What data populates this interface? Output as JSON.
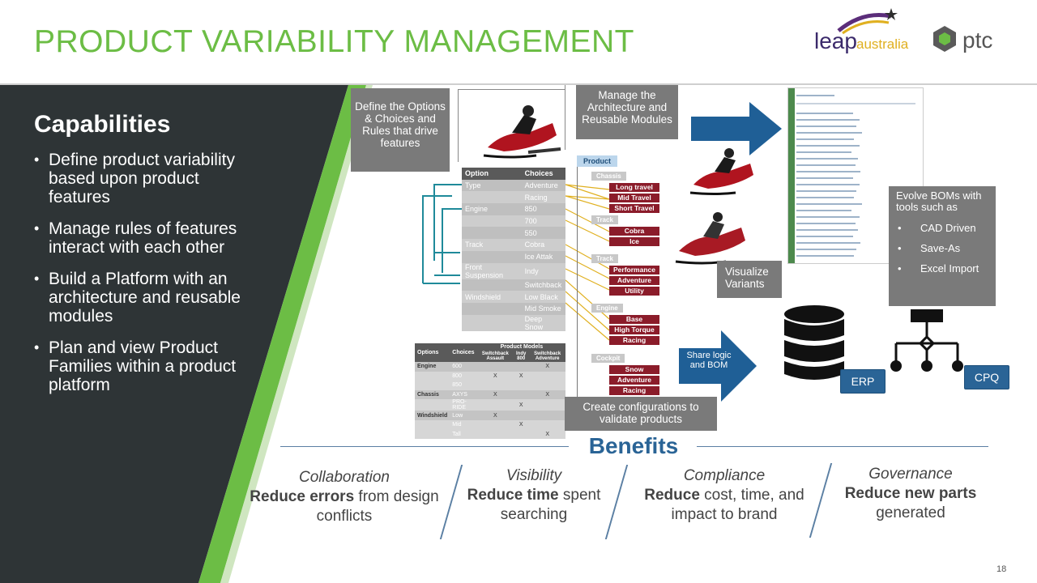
{
  "header": {
    "title": "PRODUCT VARIABILITY MANAGEMENT"
  },
  "logos": {
    "leap_word": "leap",
    "australia_word": "australia",
    "ptc_word": "ptc"
  },
  "capabilities": {
    "title": "Capabilities",
    "items": [
      "Define product variability based upon product features",
      "Manage rules of features interact with each other",
      "Build a Platform with an architecture and reusable modules",
      "Plan and view Product Families within a product platform"
    ]
  },
  "callouts": {
    "define": "Define the Options & Choices and Rules that drive features",
    "manage": "Manage the Architecture and Reusable Modules",
    "visualize": "Visualize Variants",
    "evolve_title": "Evolve BOMs with tools such as",
    "evolve_items": [
      "CAD Driven",
      "Save-As",
      "Excel Import"
    ],
    "create": "Create configurations to validate products",
    "share": "Share logic and BOM"
  },
  "systems": {
    "erp": "ERP",
    "cpq": "CPQ"
  },
  "options_table": {
    "headers": [
      "Option",
      "Choices"
    ],
    "rows": [
      [
        "Type",
        "Adventure"
      ],
      [
        "",
        "Racing"
      ],
      [
        "Engine",
        "850"
      ],
      [
        "",
        "700"
      ],
      [
        "",
        "550"
      ],
      [
        "Track",
        "Cobra"
      ],
      [
        "",
        "Ice Attak"
      ],
      [
        "Front Suspension",
        "Indy"
      ],
      [
        "",
        "Switchback"
      ],
      [
        "Windshield",
        "Low Black"
      ],
      [
        "",
        "Mid Smoke"
      ],
      [
        "",
        "Deep Snow"
      ]
    ]
  },
  "matrix": {
    "headers": [
      "Options",
      "Choices",
      "Product Models"
    ],
    "models": [
      "Switchback Assault",
      "Indy 800",
      "Switchback Adventure"
    ],
    "rows": [
      {
        "option": "Engine",
        "choice": "600",
        "m1": "",
        "m2": "",
        "m3": "X"
      },
      {
        "option": "",
        "choice": "800",
        "m1": "X",
        "m2": "X",
        "m3": ""
      },
      {
        "option": "",
        "choice": "850",
        "m1": "",
        "m2": "",
        "m3": ""
      },
      {
        "option": "Chassis",
        "choice": "AXYS",
        "m1": "X",
        "m2": "",
        "m3": "X"
      },
      {
        "option": "",
        "choice": "PRO-RIDE",
        "m1": "",
        "m2": "X",
        "m3": ""
      },
      {
        "option": "Windshield",
        "choice": "Low",
        "m1": "X",
        "m2": "",
        "m3": ""
      },
      {
        "option": "",
        "choice": "Mid",
        "m1": "",
        "m2": "X",
        "m3": ""
      },
      {
        "option": "",
        "choice": "Tall",
        "m1": "",
        "m2": "",
        "m3": "X"
      }
    ]
  },
  "product_tree": {
    "root": "Product",
    "groups": [
      {
        "name": "Chassis",
        "leaves": [
          "Long travel",
          "Mid Travel",
          "Short Travel"
        ]
      },
      {
        "name": "Track",
        "leaves": [
          "Cobra",
          "Ice"
        ]
      },
      {
        "name": "Track",
        "leaves": [
          "Performance",
          "Adventure",
          "Utility"
        ]
      },
      {
        "name": "Engine",
        "leaves": [
          "Base",
          "High Torque",
          "Racing"
        ]
      },
      {
        "name": "Cockpit",
        "leaves": [
          "Snow",
          "Adventure",
          "Racing"
        ]
      }
    ]
  },
  "benefits": {
    "title": "Benefits",
    "items": [
      {
        "heading": "Collaboration",
        "bold": "Reduce errors",
        "rest": " from design conflicts"
      },
      {
        "heading": "Visibility",
        "bold": "Reduce time",
        "rest": " spent searching"
      },
      {
        "heading": "Compliance",
        "bold": "Reduce",
        "rest": " cost, time, and impact to brand"
      },
      {
        "heading": "Governance",
        "bold": "Reduce new parts",
        "rest": " generated"
      }
    ]
  },
  "footer": {
    "page_number": "18"
  },
  "colors": {
    "title_green": "#6cbd45",
    "panel_dark": "#2e3436",
    "accent_blue": "#2a6496",
    "tree_red": "#8b1c2a",
    "connector_teal": "#1f8a9a"
  }
}
